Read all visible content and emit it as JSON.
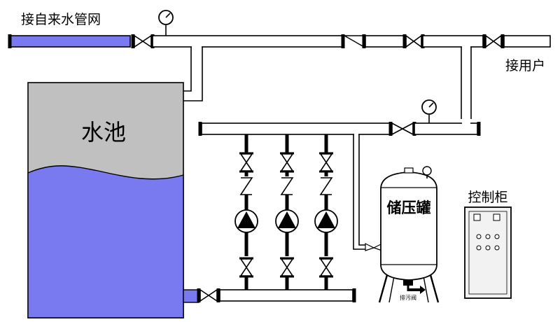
{
  "labels": {
    "inlet": "接自来水管网",
    "outlet": "接用户",
    "pool": "水池",
    "tank": "储压罐",
    "cabinet": "控制柜",
    "drain": "排污阀"
  },
  "colors": {
    "water": "#7a7af0",
    "pool_air": "#c0c0c0",
    "pipe": "#ffffff",
    "line": "#000000",
    "cabinet_fill": "#f2f2f2"
  },
  "components": {
    "pumps": 3,
    "pressure_gauges": 3,
    "cabinet_indicator_lights": 6
  }
}
